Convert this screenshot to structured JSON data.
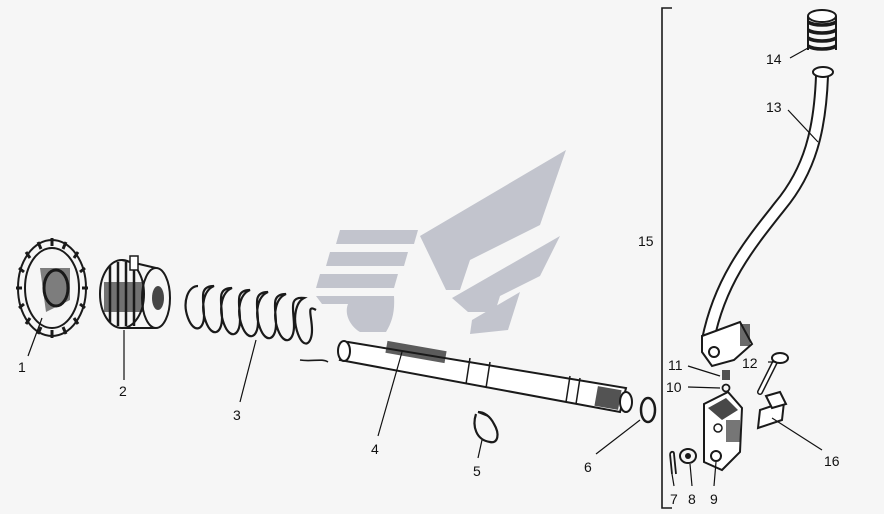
{
  "diagram": {
    "colors": {
      "ink": "#1a1a1a",
      "background": "#f6f6f6",
      "watermark": "#b9bcc6"
    },
    "watermark_icon": "wing-logo-watermark",
    "labels": {
      "p1": "1",
      "p2": "2",
      "p3": "3",
      "p4": "4",
      "p5": "5",
      "p6": "6",
      "p7": "7",
      "p8": "8",
      "p9": "9",
      "p10": "10",
      "p11": "11",
      "p12": "12",
      "p13": "13",
      "p14": "14",
      "p15": "15",
      "p16": "16"
    }
  }
}
